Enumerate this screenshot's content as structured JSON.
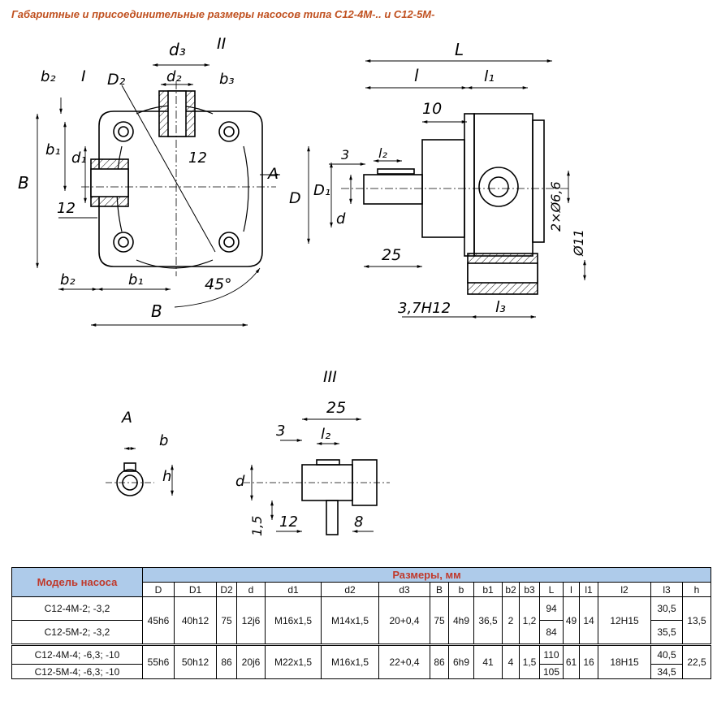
{
  "title": "Габаритные и присоединительные размеры насосов типа С12-4М-.. и С12-5М-",
  "drawing": {
    "front": {
      "L": "L",
      "l": "l",
      "l1": "l₁",
      "ten": "10",
      "three": "3",
      "l2": "l₂",
      "D1": "D₁",
      "D": "D",
      "d": "d",
      "twentyfive": "25",
      "hole": "2×Ø6,6",
      "phi11": "Ø11",
      "fit": "3,7H12",
      "l3": "l₃"
    },
    "side": {
      "d3": "d₃",
      "d2": "d₂",
      "II": "II",
      "b3": "b₃",
      "b2_top": "b₂",
      "I": "I",
      "D2": "D₂",
      "b1_left": "b₁",
      "d1": "d₁",
      "B_left": "B",
      "twelve_right": "12",
      "A_arrow": "A",
      "twelve_left": "12",
      "b2_bottom": "b₂",
      "b1_bottom": "b₁",
      "angle": "45°",
      "B_bottom": "B"
    },
    "detail_A": {
      "label": "A",
      "b": "b",
      "h": "h"
    },
    "detail_III": {
      "label": "III",
      "twentyfive": "25",
      "three": "3",
      "l2": "l₂",
      "d": "d",
      "onefive": "1,5",
      "twelve": "12",
      "eight": "8"
    }
  },
  "table": {
    "model_header": "Модель насоса",
    "dims_header": "Размеры, мм",
    "columns": [
      "D",
      "D1",
      "D2",
      "d",
      "d1",
      "d2",
      "d3",
      "B",
      "b",
      "b1",
      "b2",
      "b3",
      "L",
      "l",
      "l1",
      "l2",
      "l3",
      "h"
    ],
    "group1": {
      "model_a": "С12-4М-2; -3,2",
      "model_b": "С12-5М-2; -3,2",
      "D": "45h6",
      "D1": "40h12",
      "D2": "75",
      "d": "12j6",
      "d1": "М16х1,5",
      "d2": "М14х1,5",
      "d3": "20+0,4",
      "B": "75",
      "b": "4h9",
      "b1": "36,5",
      "b2": "2",
      "b3": "1,2",
      "L_a": "94",
      "L_b": "84",
      "l": "49",
      "l1": "14",
      "l2": "12Н15",
      "l3_a": "30,5",
      "l3_b": "35,5",
      "h": "13,5"
    },
    "group2": {
      "model_a": "С12-4М-4; -6,3; -10",
      "model_b": "С12-5М-4; -6,3; -10",
      "D": "55h6",
      "D1": "50h12",
      "D2": "86",
      "d": "20j6",
      "d1": "М22х1,5",
      "d2": "М16х1,5",
      "d3": "22+0,4",
      "B": "86",
      "b": "6h9",
      "b1": "41",
      "b2": "4",
      "b3": "1,5",
      "L_a": "110",
      "L_b": "105",
      "l": "61",
      "l1": "16",
      "l2": "18Н15",
      "l3_a": "40,5",
      "l3_b": "34,5",
      "h": "22,5"
    }
  }
}
